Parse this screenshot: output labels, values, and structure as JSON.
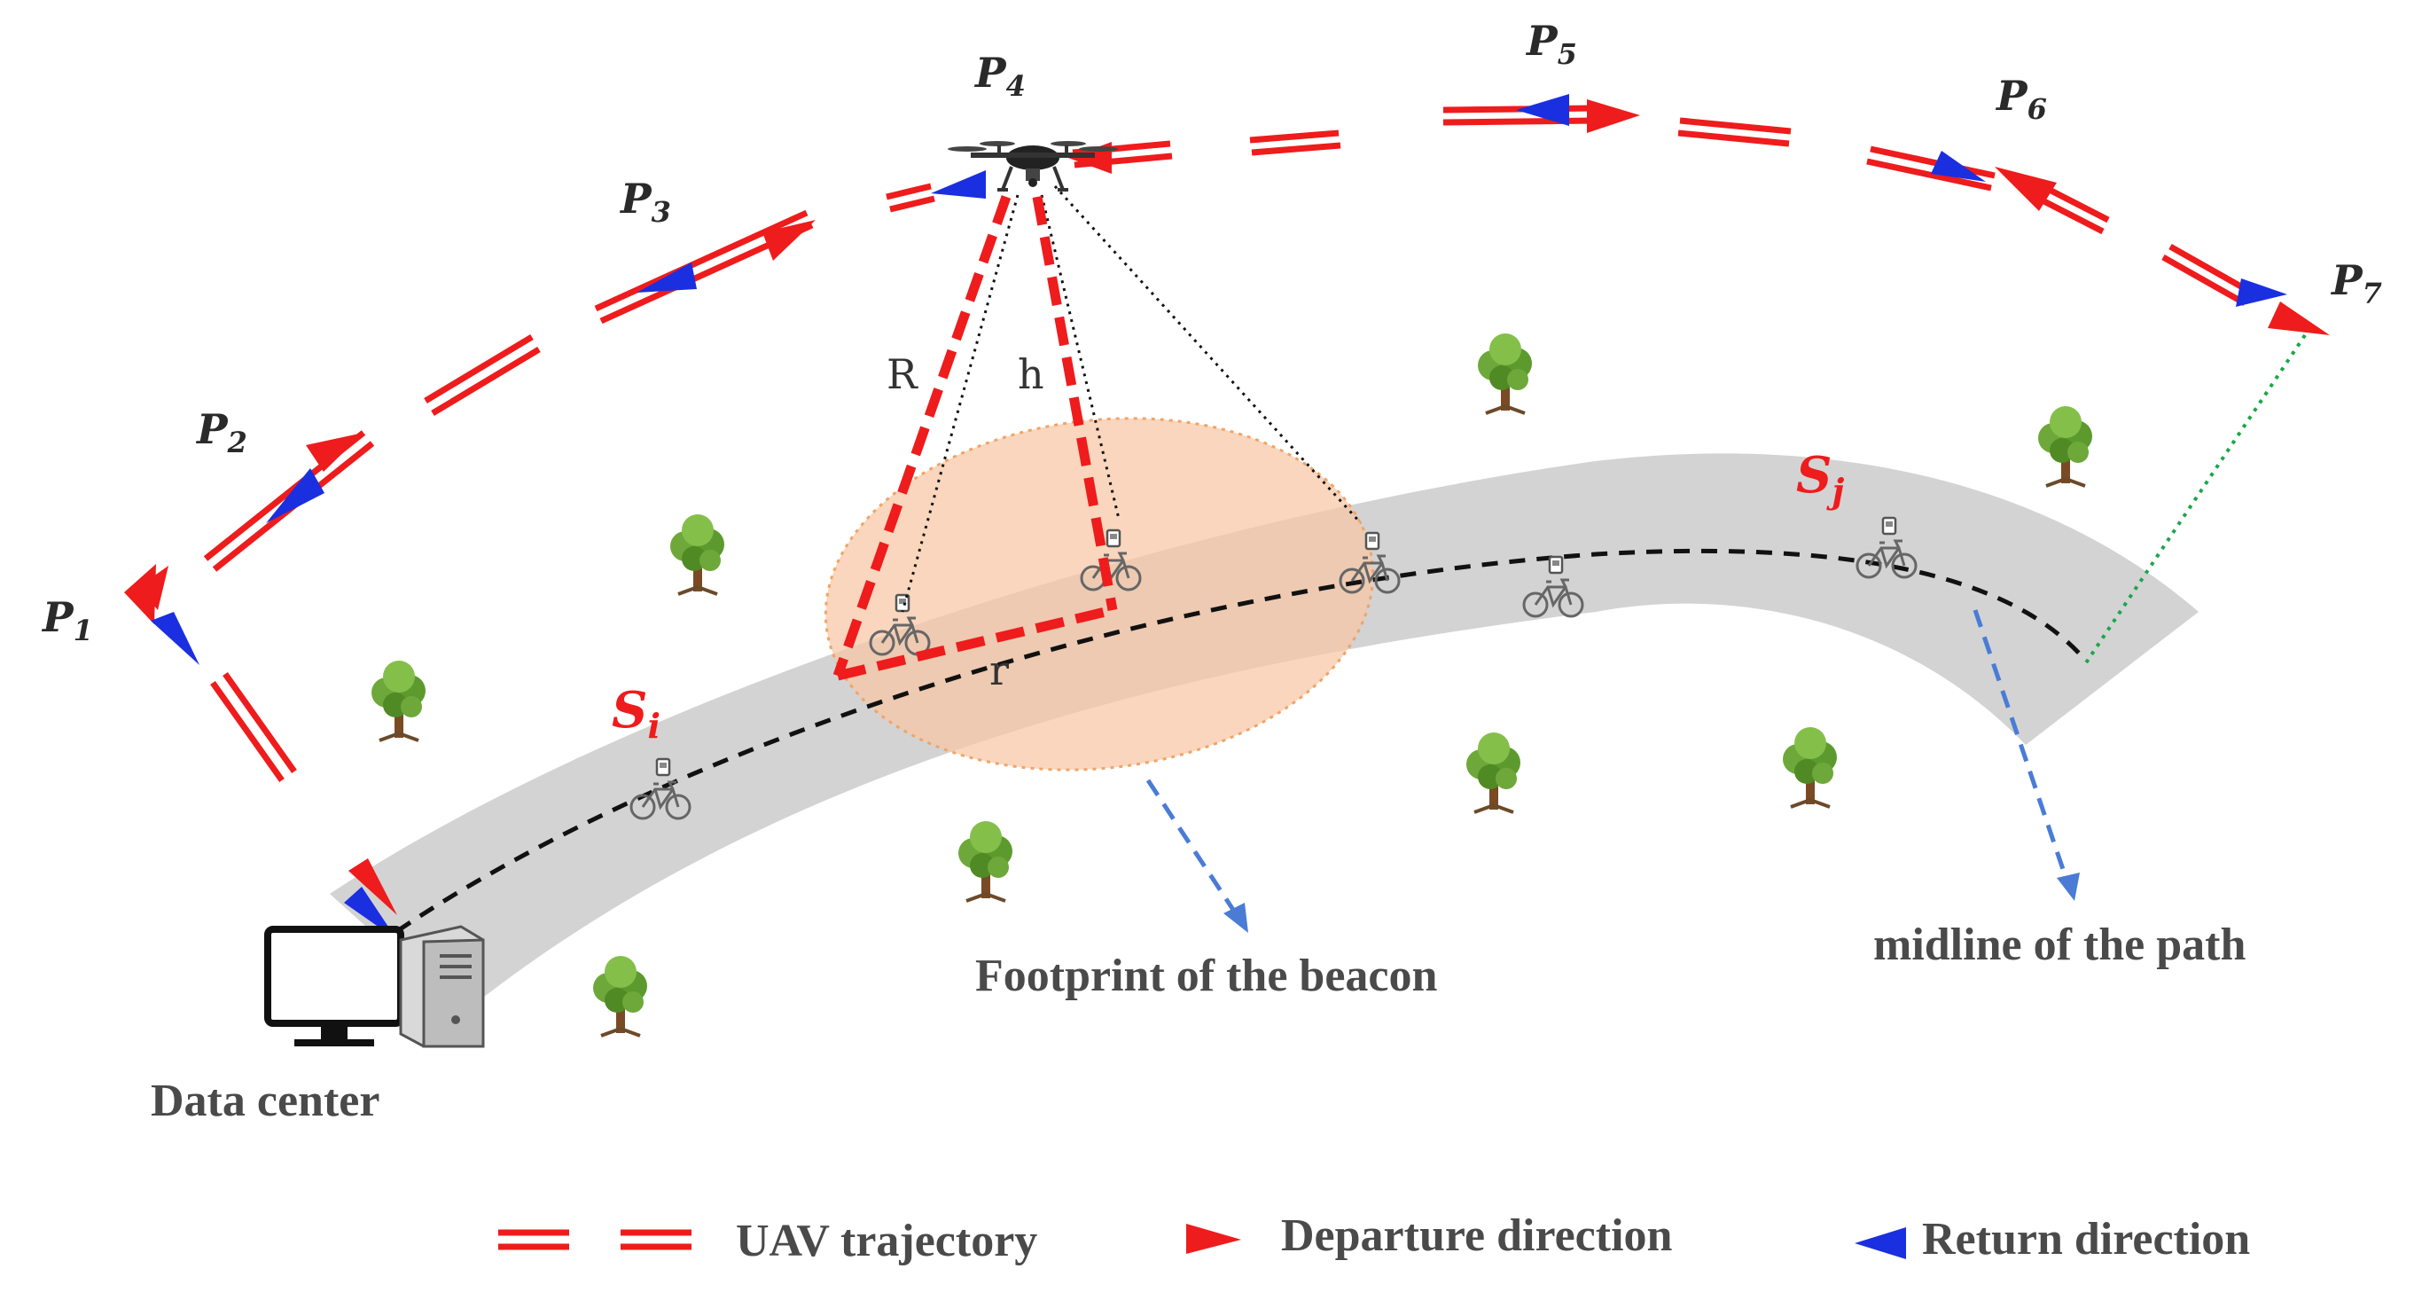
{
  "points": [
    {
      "id": "p1",
      "letter": "P",
      "sub": "1"
    },
    {
      "id": "p2",
      "letter": "P",
      "sub": "2"
    },
    {
      "id": "p3",
      "letter": "P",
      "sub": "3"
    },
    {
      "id": "p4",
      "letter": "P",
      "sub": "4"
    },
    {
      "id": "p5",
      "letter": "P",
      "sub": "5"
    },
    {
      "id": "p6",
      "letter": "P",
      "sub": "6"
    },
    {
      "id": "p7",
      "letter": "P",
      "sub": "7"
    }
  ],
  "segments": {
    "si": {
      "letter": "S",
      "sub": "i"
    },
    "sj": {
      "letter": "S",
      "sub": "j"
    }
  },
  "geometry_labels": {
    "R": "R",
    "h": "h",
    "r": "r"
  },
  "annotations": {
    "footprint": "Footprint of  the beacon",
    "midline": "midline of the path",
    "data_center": "Data center"
  },
  "legend": {
    "trajectory": "UAV trajectory",
    "departure": "Departure direction",
    "return": "Return direction"
  },
  "colors": {
    "trajectory": "#ee1c1c",
    "departure": "#ee1c1c",
    "return": "#1a2fe0",
    "road": "#d3d3d3",
    "footprint": "#f6c6a3",
    "midline_arrow": "#4a7cd6",
    "green_link": "#1aa64a"
  },
  "icons": [
    "uav-drone-icon",
    "bicycle-beacon-icon",
    "tree-icon",
    "monitor-icon",
    "server-tower-icon"
  ]
}
